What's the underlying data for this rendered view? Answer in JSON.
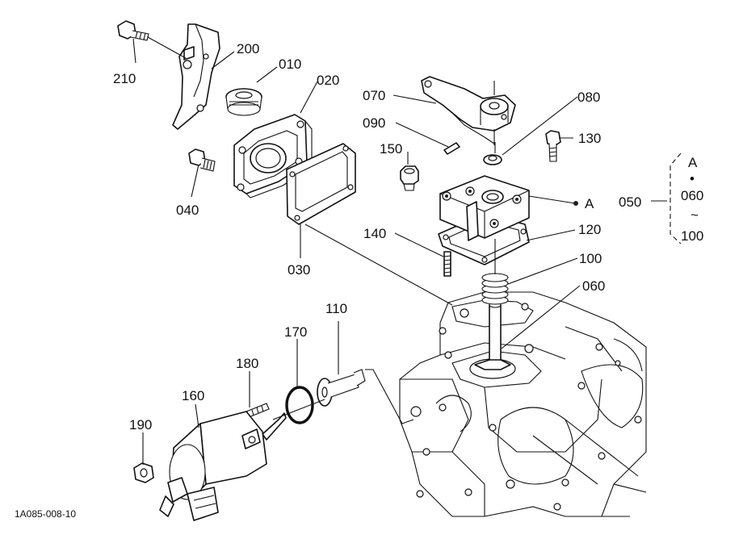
{
  "labels": {
    "p010": "010",
    "p020": "020",
    "p030": "030",
    "p040": "040",
    "p050": "050",
    "p060": "060",
    "p070": "070",
    "p080": "080",
    "p090": "090",
    "p100": "100",
    "p110": "110",
    "p120": "120",
    "p130": "130",
    "p140": "140",
    "p150": "150",
    "p160": "160",
    "p170": "170",
    "p180": "180",
    "p190": "190",
    "p200": "200",
    "p210": "210",
    "ref_a": "A"
  },
  "bracket": {
    "ref": "A",
    "dot": "•",
    "from": "060",
    "tilde": "~",
    "to": "100"
  },
  "figure_code": "1A085-008-10",
  "colors": {
    "line": "#111111",
    "background": "#ffffff"
  }
}
